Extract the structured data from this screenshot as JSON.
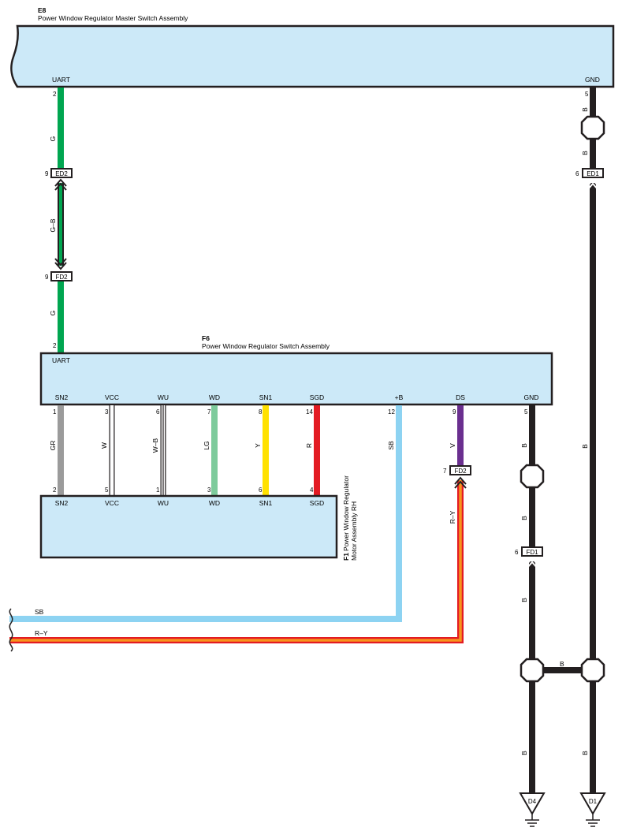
{
  "colors": {
    "component_fill": "#cce9f8",
    "green": "#00a650",
    "black": "#231f20",
    "gray": "#9b9b9b",
    "white": "#ffffff",
    "light_green": "#7ecb9c",
    "yellow": "#ffe100",
    "red": "#e31b23",
    "sky_blue": "#8dd3f2",
    "violet": "#6a2f8f",
    "orange": "#f7941d"
  },
  "components": {
    "e8": {
      "code": "E8",
      "name": "Power Window Regulator Master Switch Assembly",
      "terminals": {
        "uart": "UART",
        "gnd": "GND"
      },
      "pins": {
        "uart": "2",
        "gnd": "5"
      }
    },
    "f6": {
      "code": "F6",
      "name": "Power Window Regulator Switch Assembly",
      "top_terminal": "UART",
      "top_pin": "2",
      "bottom_terminals": [
        "SN2",
        "VCC",
        "WU",
        "WD",
        "SN1",
        "SGD",
        "+B",
        "DS",
        "GND"
      ],
      "bottom_pins": [
        "1",
        "3",
        "6",
        "7",
        "8",
        "14",
        "12",
        "9",
        "5"
      ]
    },
    "f1": {
      "code": "F1",
      "name_line1": "Power Window Regulator",
      "name_line2": "Motor Assembly RH",
      "terminals": [
        "SN2",
        "VCC",
        "WU",
        "WD",
        "SN1",
        "SGD"
      ],
      "pins": [
        "2",
        "5",
        "1",
        "3",
        "6",
        "4"
      ]
    }
  },
  "connectors": {
    "ed2": {
      "name": "ED2",
      "pin": "9"
    },
    "fd2_left": {
      "name": "FD2",
      "pin": "9"
    },
    "ed1": {
      "name": "ED1",
      "pin": "6"
    },
    "fd2_right": {
      "name": "FD2",
      "pin": "7"
    },
    "fd1": {
      "name": "FD1",
      "pin": "6"
    }
  },
  "wire_colors": {
    "uart_upper": "G",
    "uart_mid": "G–B",
    "uart_lower": "G",
    "gnd_upper_1": "B",
    "gnd_upper_2": "B",
    "gnd_long": "B",
    "f6_gnd": "B",
    "fd1_upper": "B",
    "fd1_lower": "B",
    "bridge": "B",
    "d4_drop": "B",
    "d1_drop": "B",
    "sn2": "GR",
    "vcc": "W",
    "wu": "W–B",
    "wd": "LG",
    "sn1": "Y",
    "sgd": "R",
    "plus_b": "SB",
    "ds": "V",
    "ds_lower": "R–Y",
    "left_sb": "SB",
    "left_ry": "R–Y"
  },
  "grounds": {
    "d4": "D4",
    "d1": "D1"
  }
}
